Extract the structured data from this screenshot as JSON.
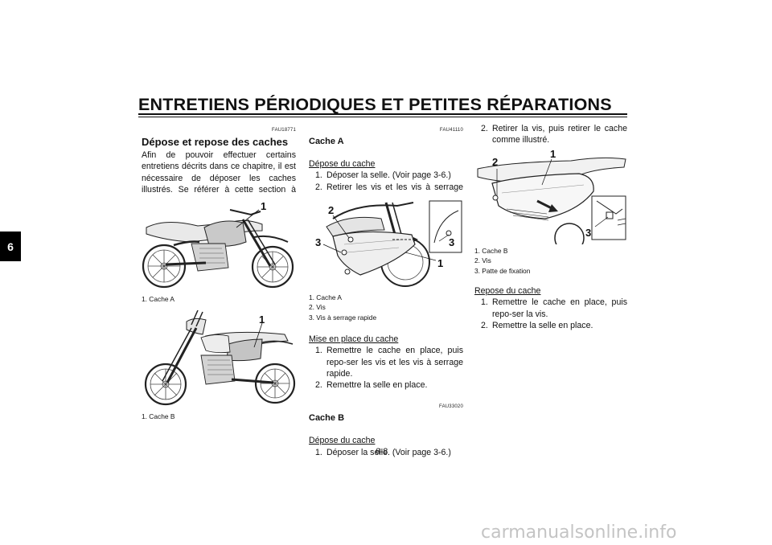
{
  "header": {
    "title": "ENTRETIENS PÉRIODIQUES ET PETITES RÉPARATIONS"
  },
  "chapter_tab": "6",
  "left": {
    "code": "FAU18771",
    "heading": "Dépose et repose des caches",
    "intro": "Afin de pouvoir effectuer certains entretiens décrits dans ce chapitre, il est nécessaire de déposer les caches illustrés. Se référer à cette section à chaque fois qu'il faut dépo-ser ou reposer un cache.",
    "fig1": {
      "callout": "1",
      "legend": "1. Cache A"
    },
    "fig2": {
      "callout": "1",
      "legend": "1. Cache B"
    }
  },
  "middle": {
    "code_a": "FAU41110",
    "cache_a": "Cache A",
    "depose_a": "Dépose du cache",
    "depose_a_steps": [
      {
        "n": "1.",
        "t": "Déposer la selle. (Voir page 3-6.)"
      },
      {
        "n": "2.",
        "t": "Retirer les vis et les vis à serrage ra-pide, puis déposer ensuite le cache."
      }
    ],
    "fig3": {
      "callouts": [
        "2",
        "3",
        "3",
        "1"
      ]
    },
    "fig3_legend": [
      "1. Cache A",
      "2. Vis",
      "3. Vis à serrage rapide"
    ],
    "mise_a": "Mise en place du cache",
    "mise_a_steps": [
      {
        "n": "1.",
        "t": "Remettre le cache en place, puis repo-ser les vis et les vis à serrage rapide."
      },
      {
        "n": "2.",
        "t": "Remettre la selle en place."
      }
    ],
    "code_b": "FAU33020",
    "cache_b": "Cache B",
    "depose_b": "Dépose du cache",
    "depose_b_steps": [
      {
        "n": "1.",
        "t": "Déposer la selle. (Voir page 3-6.)"
      }
    ]
  },
  "right": {
    "step2": {
      "n": "2.",
      "t": "Retirer la vis, puis retirer le cache comme illustré."
    },
    "fig4": {
      "callouts": [
        "2",
        "1",
        "3"
      ]
    },
    "fig4_legend": [
      "1. Cache B",
      "2. Vis",
      "3. Patte de fixation"
    ],
    "repose": "Repose du cache",
    "repose_steps": [
      {
        "n": "1.",
        "t": "Remettre le cache en place, puis repo-ser la vis."
      },
      {
        "n": "2.",
        "t": "Remettre la selle en place."
      }
    ]
  },
  "page_number": "6-8",
  "watermark": "carmanualsonline.info"
}
